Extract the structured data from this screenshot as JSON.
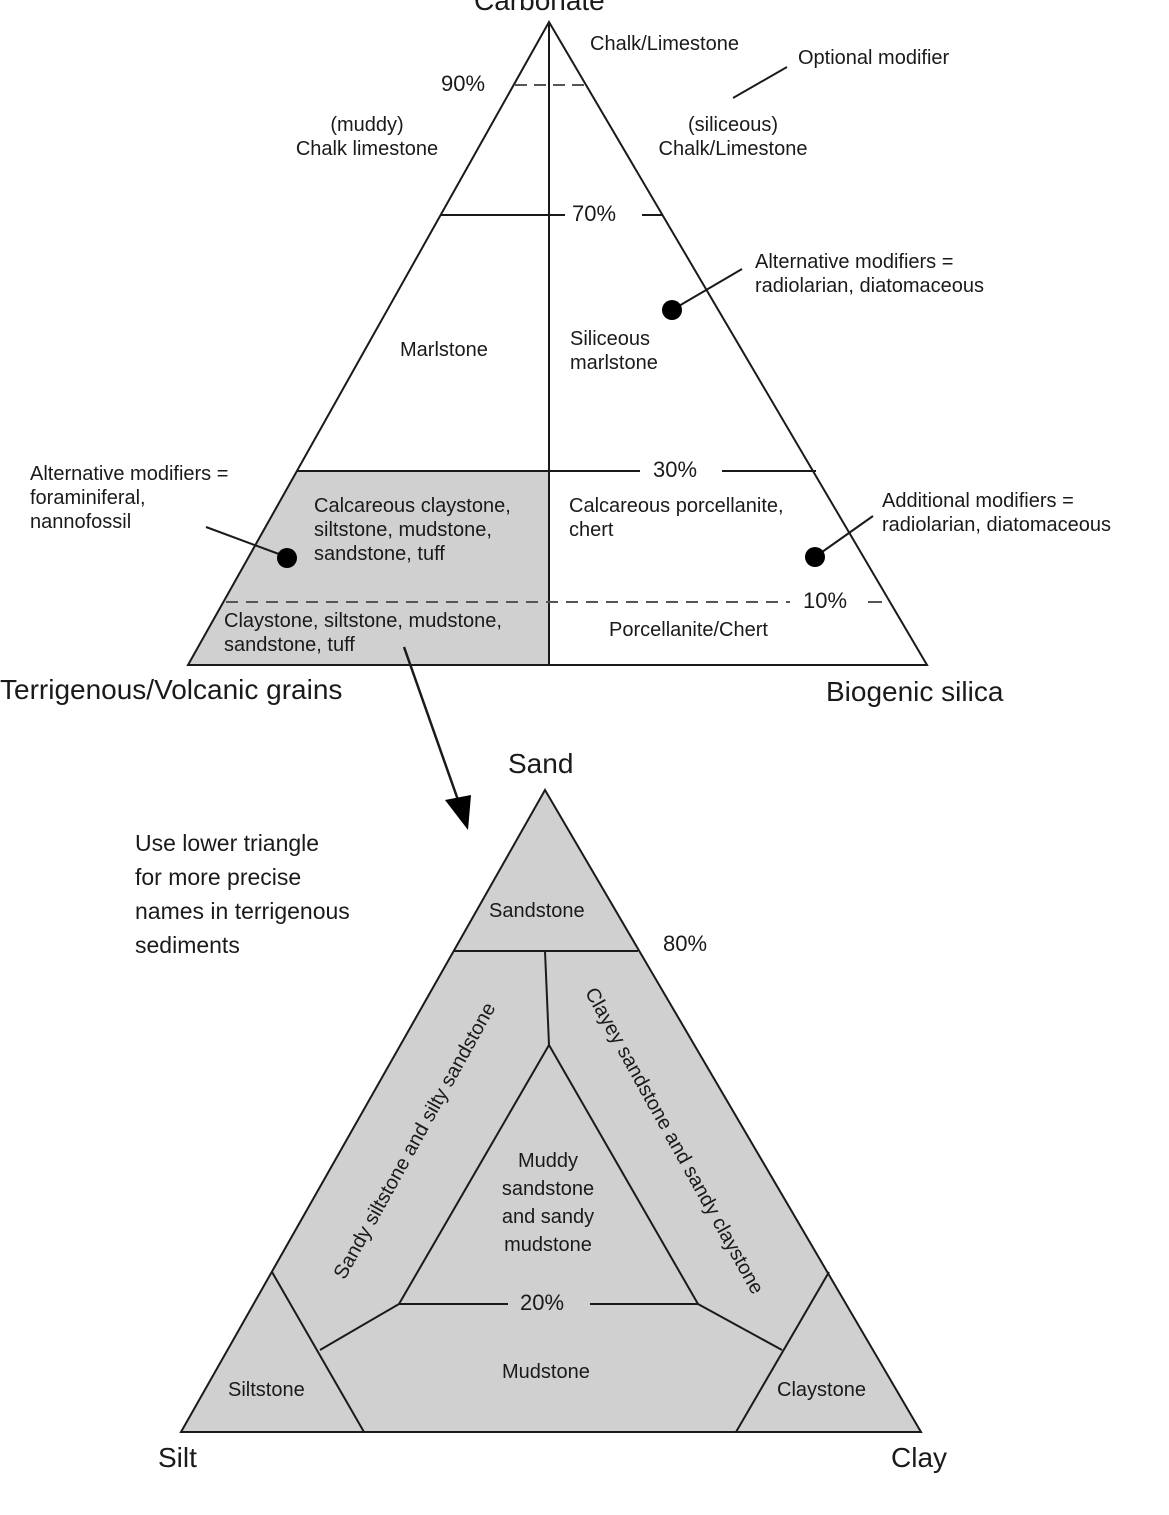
{
  "upper_triangle": {
    "vertices": {
      "top": "Carbonate",
      "bottom_left": "Terrigenous/Volcanic grains",
      "bottom_right": "Biogenic silica"
    },
    "thresholds": {
      "p90": "90%",
      "p70": "70%",
      "p30": "30%",
      "p10": "10%"
    },
    "regions": {
      "chalk_limestone": "Chalk/Limestone",
      "muddy_chalk": "(muddy)\nChalk limestone",
      "siliceous_chalk": "(siliceous)\nChalk/Limestone",
      "marlstone": "Marlstone",
      "siliceous_marlstone": "Siliceous\nmarlstone",
      "calcareous_claystone": "Calcareous claystone,\nsiltstone, mudstone,\nsandstone, tuff",
      "calcareous_porcellanite": "Calcareous porcellanite,\nchert",
      "claystone": "Claystone, siltstone, mudstone,\nsandstone, tuff",
      "porcellanite": "Porcellanite/Chert"
    },
    "annotations": {
      "optional_modifier": "Optional modifier",
      "alt_modifiers_siliceous": "Alternative modifiers =\nradiolarian, diatomaceous",
      "alt_modifiers_calcareous": "Alternative modifiers =\nforaminiferal,\nnannofossil",
      "additional_modifiers": "Additional modifiers =\nradiolarian, diatomaceous"
    }
  },
  "connector_note": "Use lower triangle\nfor more precise\nnames in terrigenous\nsediments",
  "lower_triangle": {
    "vertices": {
      "top": "Sand",
      "bottom_left": "Silt",
      "bottom_right": "Clay"
    },
    "thresholds": {
      "p80": "80%",
      "p20": "20%"
    },
    "regions": {
      "sandstone": "Sandstone",
      "sandy_siltstone": "Sandy siltstone and silty sandstone",
      "clayey_sandstone": "Clayey sandstone and sandy claystone",
      "muddy_sandstone": "Muddy\nsandstone\nand sandy\nmudstone",
      "mudstone": "Mudstone",
      "siltstone": "Siltstone",
      "claystone": "Claystone"
    }
  },
  "colors": {
    "fill_gray": "#d0d0d0",
    "line": "#1a1a1a",
    "background": "#ffffff"
  }
}
